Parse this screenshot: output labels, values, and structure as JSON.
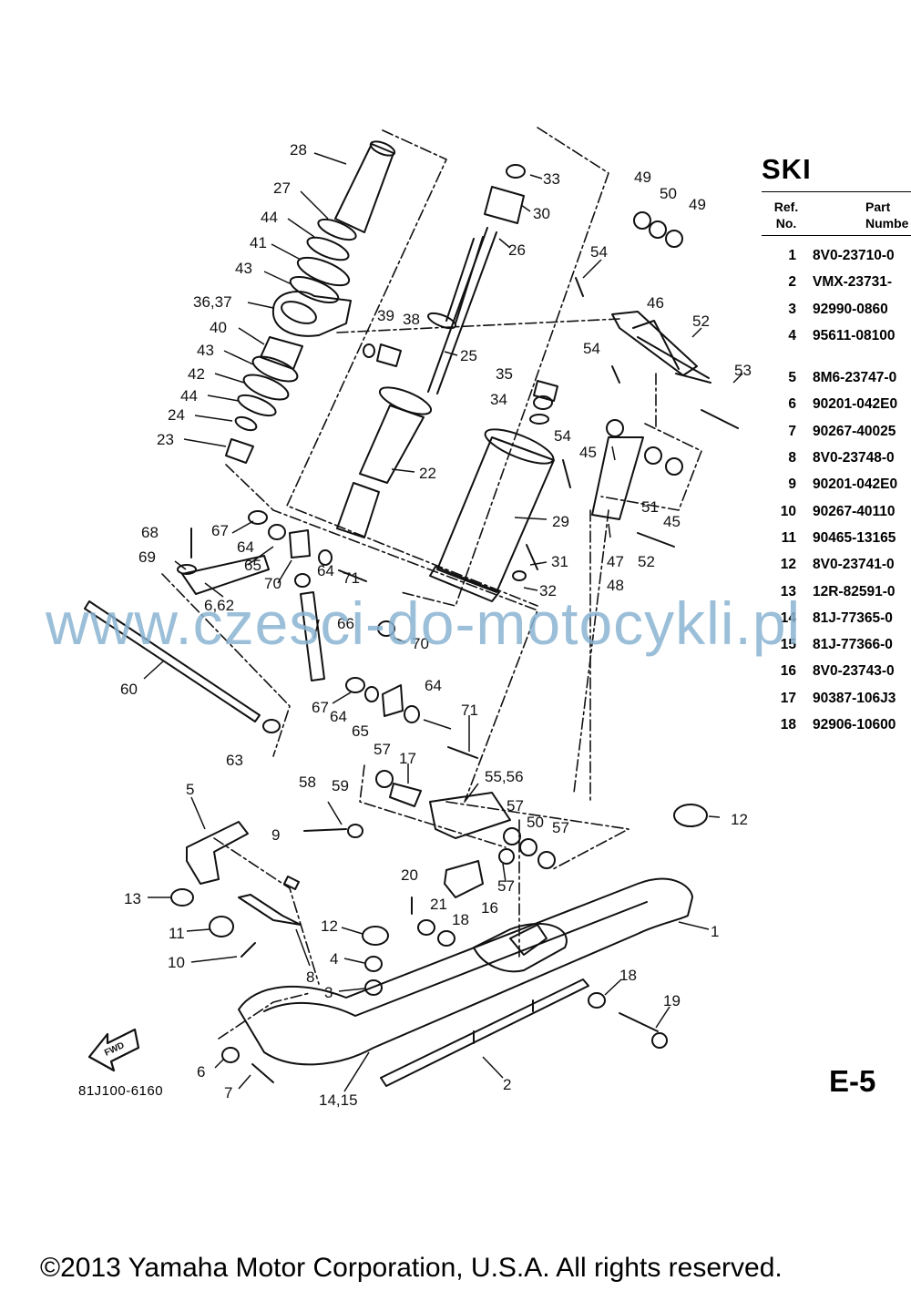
{
  "section": {
    "title": "SKI"
  },
  "table": {
    "headers": {
      "ref_line1": "Ref.",
      "ref_line2": "No.",
      "part_line1": "Part",
      "part_line2": "Numbe"
    },
    "rows": [
      {
        "ref": "1",
        "part": "8V0-23710-0"
      },
      {
        "ref": "2",
        "part": "VMX-23731-"
      },
      {
        "ref": "3",
        "part": "92990-0860"
      },
      {
        "ref": "4",
        "part": "95611-08100"
      },
      {
        "ref": "5",
        "part": "8M6-23747-0"
      },
      {
        "ref": "6",
        "part": "90201-042E0"
      },
      {
        "ref": "7",
        "part": "90267-40025"
      },
      {
        "ref": "8",
        "part": "8V0-23748-0"
      },
      {
        "ref": "9",
        "part": "90201-042E0"
      },
      {
        "ref": "10",
        "part": "90267-40110"
      },
      {
        "ref": "11",
        "part": "90465-13165"
      },
      {
        "ref": "12",
        "part": "8V0-23741-0"
      },
      {
        "ref": "13",
        "part": "12R-82591-0"
      },
      {
        "ref": "14",
        "part": "81J-77365-0"
      },
      {
        "ref": "15",
        "part": "81J-77366-0"
      },
      {
        "ref": "16",
        "part": "8V0-23743-0"
      },
      {
        "ref": "17",
        "part": "90387-106J3"
      },
      {
        "ref": "18",
        "part": "92906-10600"
      }
    ]
  },
  "callouts": [
    "28",
    "27",
    "44",
    "41",
    "43",
    "36,37",
    "40",
    "43",
    "42",
    "44",
    "24",
    "23",
    "33",
    "30",
    "26",
    "25",
    "22",
    "39",
    "38",
    "35",
    "34",
    "29",
    "31",
    "32",
    "49",
    "50",
    "49",
    "54",
    "46",
    "52",
    "53",
    "54",
    "45",
    "54",
    "51",
    "45",
    "47",
    "48",
    "52",
    "68",
    "67",
    "64",
    "69",
    "65",
    "70",
    "64",
    "71",
    "6,62",
    "66",
    "60",
    "70",
    "63",
    "67",
    "64",
    "65",
    "64",
    "71",
    "57",
    "17",
    "55,56",
    "58",
    "59",
    "57",
    "50",
    "57",
    "5",
    "9",
    "12",
    "20",
    "21",
    "18",
    "16",
    "57",
    "13",
    "11",
    "10",
    "12",
    "4",
    "8",
    "3",
    "1",
    "18",
    "19",
    "6",
    "7",
    "2",
    "14,15"
  ],
  "fwd_arrow_label": "FWD",
  "diagram_code": "81J100-6160",
  "page_code": "E-5",
  "watermark": "www.czesci-do-motocykli.pl",
  "copyright": "©2013 Yamaha Motor Corporation, U.S.A. All rights reserved."
}
